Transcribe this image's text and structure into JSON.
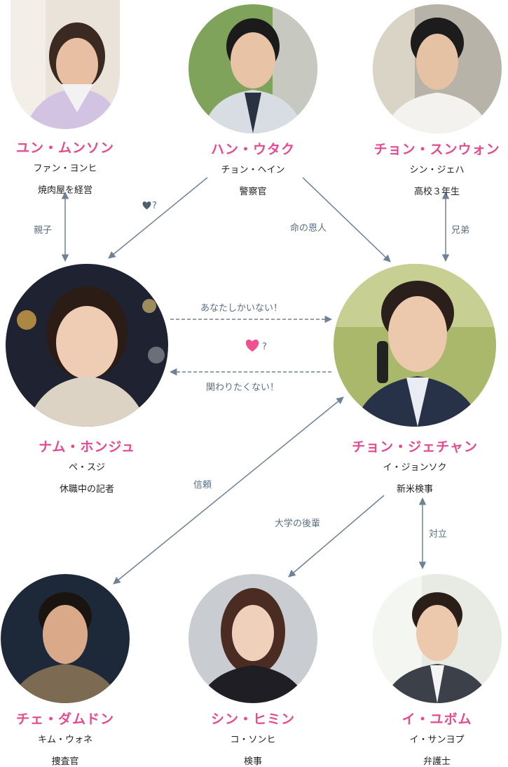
{
  "colors": {
    "name": "#e64a8f",
    "line": "#6e8196",
    "heart_gray": "#4f5f70",
    "heart_pink": "#f0508f"
  },
  "characters": {
    "yun": {
      "name": "ユン・ムンソン",
      "actor": "ファン・ヨンヒ",
      "role": "焼肉屋を経営"
    },
    "han": {
      "name": "ハン・ウタク",
      "actor": "チョン・ヘイン",
      "role": "警察官"
    },
    "seung": {
      "name": "チョン・スンウォン",
      "actor": "シン・ジェハ",
      "role": "高校３年生"
    },
    "nam": {
      "name": "ナム・ホンジュ",
      "actor": "ペ・スジ",
      "role": "休職中の記者"
    },
    "jae": {
      "name": "チョン・ジェチャン",
      "actor": "イ・ジョンソク",
      "role": "新米検事"
    },
    "choi": {
      "name": "チェ・ダムドン",
      "actor": "キム・ウォネ",
      "role": "捜査官"
    },
    "shin": {
      "name": "シン・ヒミン",
      "actor": "コ・ソンヒ",
      "role": "検事"
    },
    "lee": {
      "name": "イ・ユボム",
      "actor": "イ・サンヨプ",
      "role": "弁護士"
    }
  },
  "relations": {
    "parent": "親子",
    "heart_q1": "?",
    "savior": "命の恩人",
    "brothers": "兄弟",
    "only_you": "あなたしかいない！",
    "heart_q2": "?",
    "no_involve": "関わりたくない！",
    "trust": "信頼",
    "junior": "大学の後輩",
    "conflict": "対立"
  }
}
